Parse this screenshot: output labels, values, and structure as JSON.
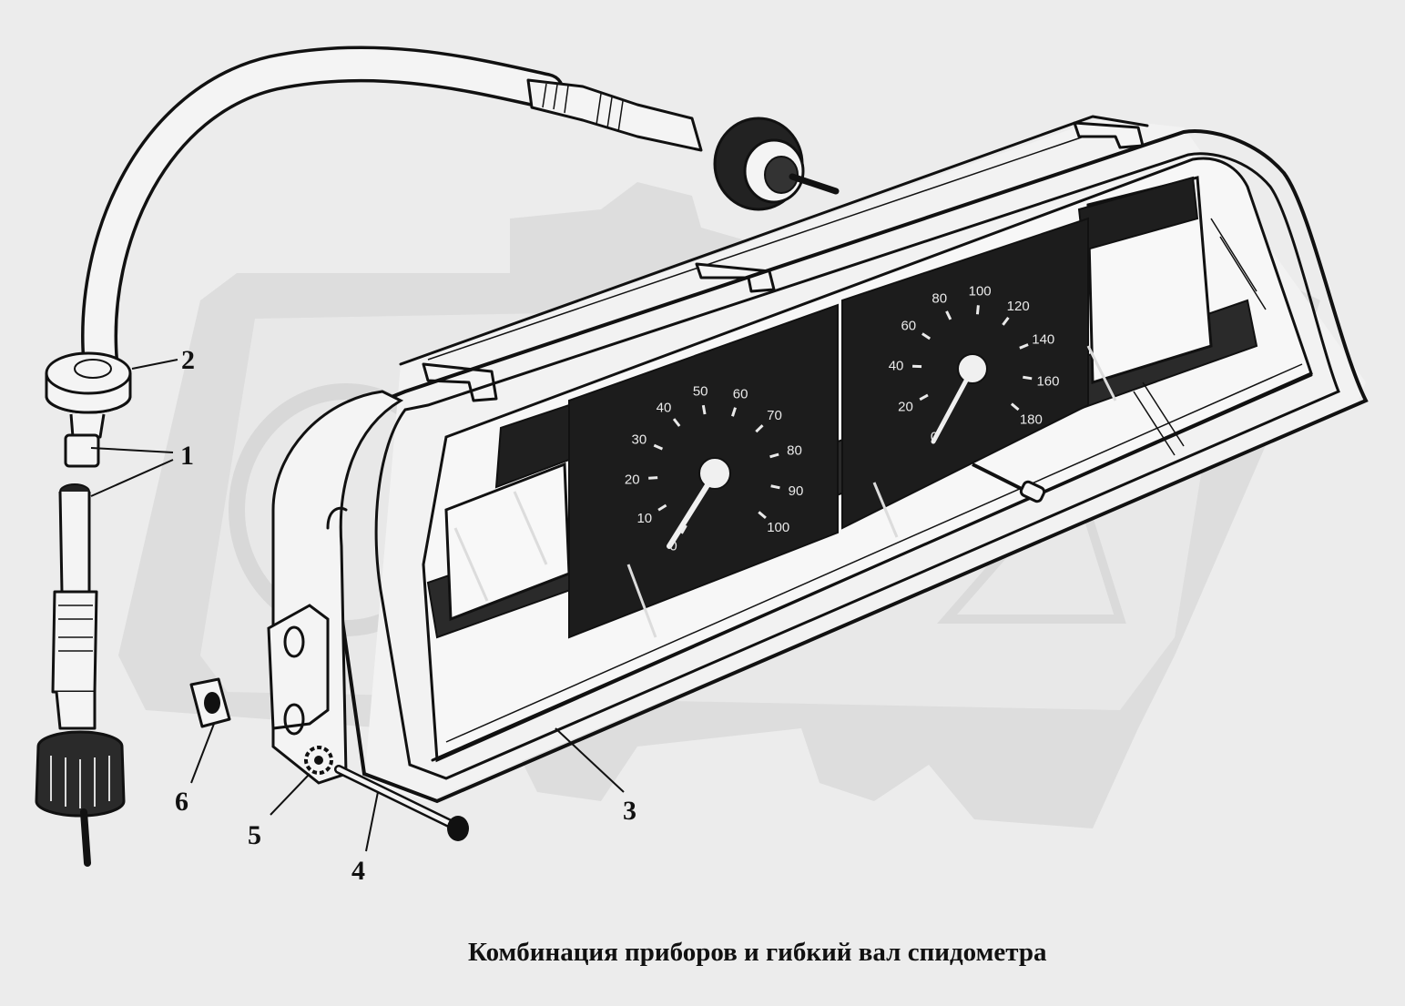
{
  "caption": "Комбинация приборов и гибкий вал  спидометра",
  "callouts": {
    "c1": "1",
    "c2": "2",
    "c3": "3",
    "c4": "4",
    "c5": "5",
    "c6": "6"
  },
  "tachometer_labels": [
    "0",
    "10",
    "20",
    "30",
    "40",
    "50",
    "60",
    "70",
    "80",
    "90",
    "100"
  ],
  "speedometer_labels": [
    "0",
    "20",
    "40",
    "60",
    "80",
    "100",
    "120",
    "140",
    "160",
    "180"
  ],
  "colors": {
    "background": "#ececec",
    "ink": "#111111",
    "dial_panel": "#1c1c1c",
    "watermark": "#cfcfcf"
  }
}
